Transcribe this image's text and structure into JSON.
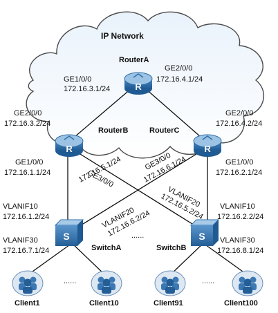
{
  "cloud": {
    "label": "IP Network"
  },
  "routers": {
    "a": {
      "name": "RouterA",
      "left_port": "GE1/0/0",
      "left_ip": "172.16.3.1/24",
      "right_port": "GE2/0/0",
      "right_ip": "172.16.4.1/24"
    },
    "b": {
      "name": "RouterB",
      "up_port": "GE2/0/0",
      "up_ip": "172.16.3.2/24",
      "down_port": "GE1/0/0",
      "down_ip": "172.16.1.1/24",
      "cross_port": "GE3/0/0",
      "cross_ip": "172.16.5.1/24"
    },
    "c": {
      "name": "RouterC",
      "up_port": "GE2/0/0",
      "up_ip": "172.16.4.2/24",
      "down_port": "GE1/0/0",
      "down_ip": "172.16.2.1/24",
      "cross_port": "GE3/0/0",
      "cross_ip": "172.16.6.1/24"
    }
  },
  "switches": {
    "a": {
      "name": "SwitchA",
      "vlan10": "VLANIF10",
      "vlan10_ip": "172.16.1.2/24",
      "vlan20": "VLANIF20",
      "vlan20_ip": "172.16.6.2/24",
      "vlan30": "VLANIF30",
      "vlan30_ip": "172.16.7.1/24"
    },
    "b": {
      "name": "SwitchB",
      "vlan10": "VLANIF10",
      "vlan10_ip": "172.16.2.2/24",
      "vlan20": "VLANIF20",
      "vlan20_ip": "172.16.5.2/24",
      "vlan30": "VLANIF30",
      "vlan30_ip": "172.16.8.1/24"
    }
  },
  "clients": [
    "Client1",
    "Client10",
    "Client91",
    "Client100"
  ],
  "ellipsis": "......",
  "colors": {
    "router_body": "#2f6fa8",
    "router_top": "#9cc3e4",
    "switch_body": "#2f6fa8",
    "switch_top": "#a9cbe8",
    "client_blue": "#3b78b4",
    "cloud_stroke": "#4a4a4a"
  }
}
